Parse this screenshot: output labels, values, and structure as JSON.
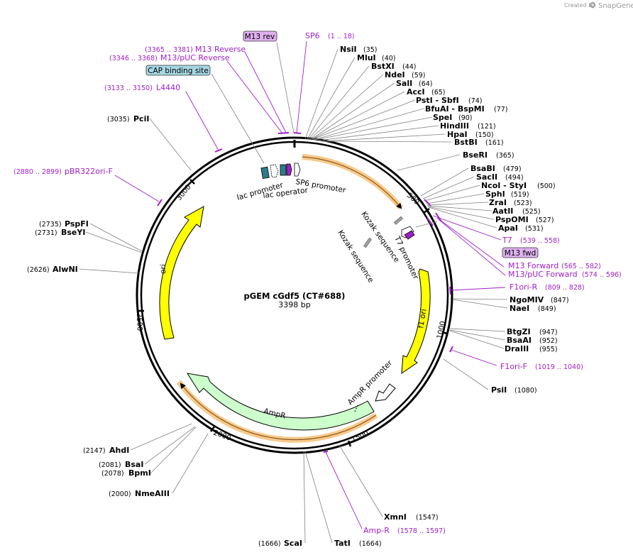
{
  "credit": {
    "created_by": "Created by",
    "brand": "SnapGene"
  },
  "plasmid": {
    "name": "pGEM cGdf5 (CT#688)",
    "size_label": "3398 bp"
  },
  "ticks": [
    "500",
    "1000",
    "1500",
    "2000",
    "2500",
    "3000"
  ],
  "enzymes": [
    {
      "name": "NsiI",
      "pos": "(35)"
    },
    {
      "name": "MluI",
      "pos": "(40)"
    },
    {
      "name": "BstXI",
      "pos": "(44)"
    },
    {
      "name": "NdeI",
      "pos": "(59)"
    },
    {
      "name": "SalI",
      "pos": "(64)"
    },
    {
      "name": "AccI",
      "pos": "(65)"
    },
    {
      "name": "PstI - SbfI",
      "pos": "(74)"
    },
    {
      "name": "BfuAI - BspMI",
      "pos": "(77)"
    },
    {
      "name": "SpeI",
      "pos": "(90)"
    },
    {
      "name": "HindIII",
      "pos": "(121)"
    },
    {
      "name": "HpaI",
      "pos": "(150)"
    },
    {
      "name": "BstBI",
      "pos": "(161)"
    },
    {
      "name": "BseRI",
      "pos": "(365)"
    },
    {
      "name": "BsaBI",
      "pos": "(479)"
    },
    {
      "name": "SacII",
      "pos": "(494)"
    },
    {
      "name": "NcoI - StyI",
      "pos": "(500)"
    },
    {
      "name": "SphI",
      "pos": "(519)"
    },
    {
      "name": "ZraI",
      "pos": "(523)"
    },
    {
      "name": "AatII",
      "pos": "(525)"
    },
    {
      "name": "PspOMI",
      "pos": "(527)"
    },
    {
      "name": "ApaI",
      "pos": "(531)"
    },
    {
      "name": "NgoMIV",
      "pos": "(847)"
    },
    {
      "name": "NaeI",
      "pos": "(849)"
    },
    {
      "name": "BtgZI",
      "pos": "(947)"
    },
    {
      "name": "BsaAI",
      "pos": "(952)"
    },
    {
      "name": "DraIII",
      "pos": "(955)"
    },
    {
      "name": "PsiI",
      "pos": "(1080)"
    },
    {
      "name": "XmnI",
      "pos": "(1547)"
    },
    {
      "name": "TatI",
      "pos": "(1664)"
    },
    {
      "name": "ScaI",
      "pos": "(1666)"
    },
    {
      "name": "NmeAIII",
      "pos": "(2000)"
    },
    {
      "name": "BpmI",
      "pos": "(2078)"
    },
    {
      "name": "BsaI",
      "pos": "(2081)"
    },
    {
      "name": "AhdI",
      "pos": "(2147)"
    },
    {
      "name": "AlwNI",
      "pos": "(2626)"
    },
    {
      "name": "BseYI",
      "pos": "(2731)"
    },
    {
      "name": "PspFI",
      "pos": "(2735)"
    },
    {
      "name": "PciI",
      "pos": "(3035)"
    }
  ],
  "primers": [
    {
      "name": "M13 rev",
      "pos": ""
    },
    {
      "name": "SP6",
      "pos": "(1 .. 18)"
    },
    {
      "name": "M13 Reverse",
      "pos": "(3365 .. 3381)"
    },
    {
      "name": "M13/pUC Reverse",
      "pos": "(3346 .. 3368)"
    },
    {
      "name": "L4440",
      "pos": "(3133 .. 3150)"
    },
    {
      "name": "pBR322ori-F",
      "pos": "(2880 .. 2899)"
    },
    {
      "name": "T7",
      "pos": "(539 .. 558)"
    },
    {
      "name": "M13 fwd",
      "pos": ""
    },
    {
      "name": "M13 Forward",
      "pos": "(565 .. 582)"
    },
    {
      "name": "M13/pUC Forward",
      "pos": "(574 .. 596)"
    },
    {
      "name": "F1ori-R",
      "pos": "(809 .. 828)"
    },
    {
      "name": "F1ori-F",
      "pos": "(1019 .. 1040)"
    },
    {
      "name": "Amp-R",
      "pos": "(1578 .. 1597)"
    }
  ],
  "features": {
    "cap": "CAP binding site",
    "lac_promoter": "lac promoter",
    "lac_operator": "lac operator",
    "sp6_promoter": "SP6 promoter",
    "kozak1": "Kozak sequence",
    "kozak2": "Kozak sequence",
    "t7_promoter": "T7 promoter",
    "f1_ori": "f1 ori",
    "ampr_promoter": "AmpR promoter",
    "ampr": "AmpR",
    "ori": "ori"
  },
  "colors": {
    "primer": "#a020c8",
    "ori": "#ffff00",
    "ampr": "#ccffcc",
    "orf_highlight": "#f7c98a",
    "cap_box": "#a6d8e3"
  }
}
